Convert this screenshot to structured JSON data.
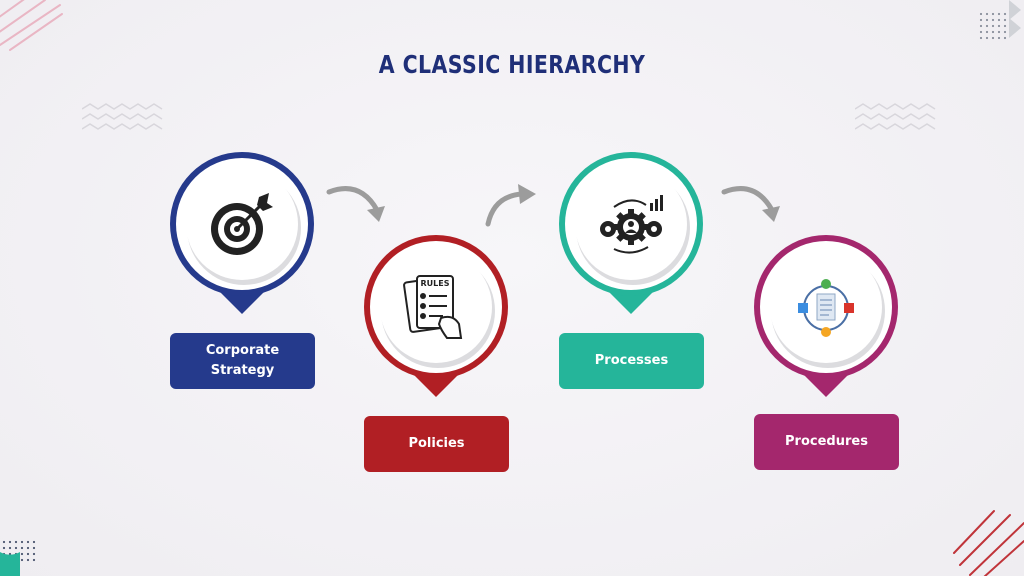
{
  "title": "A CLASSIC HIERARCHY",
  "colors": {
    "title": "#1f2f78",
    "strategy": "#253a8c",
    "policies": "#b11f24",
    "processes": "#25b59a",
    "procedures": "#a4276d",
    "arrow": "#9c9c9c",
    "pin_shadow": "#dcdcdf"
  },
  "steps": [
    {
      "key": "strategy",
      "label": "Corporate\nStrategy",
      "icon": "target-icon"
    },
    {
      "key": "policies",
      "label": "Policies",
      "icon": "rules-document-icon"
    },
    {
      "key": "processes",
      "label": "Processes",
      "icon": "gears-cycle-icon"
    },
    {
      "key": "procedures",
      "label": "Procedures",
      "icon": "workflow-cycle-icon"
    }
  ],
  "rules_text": "RULES"
}
